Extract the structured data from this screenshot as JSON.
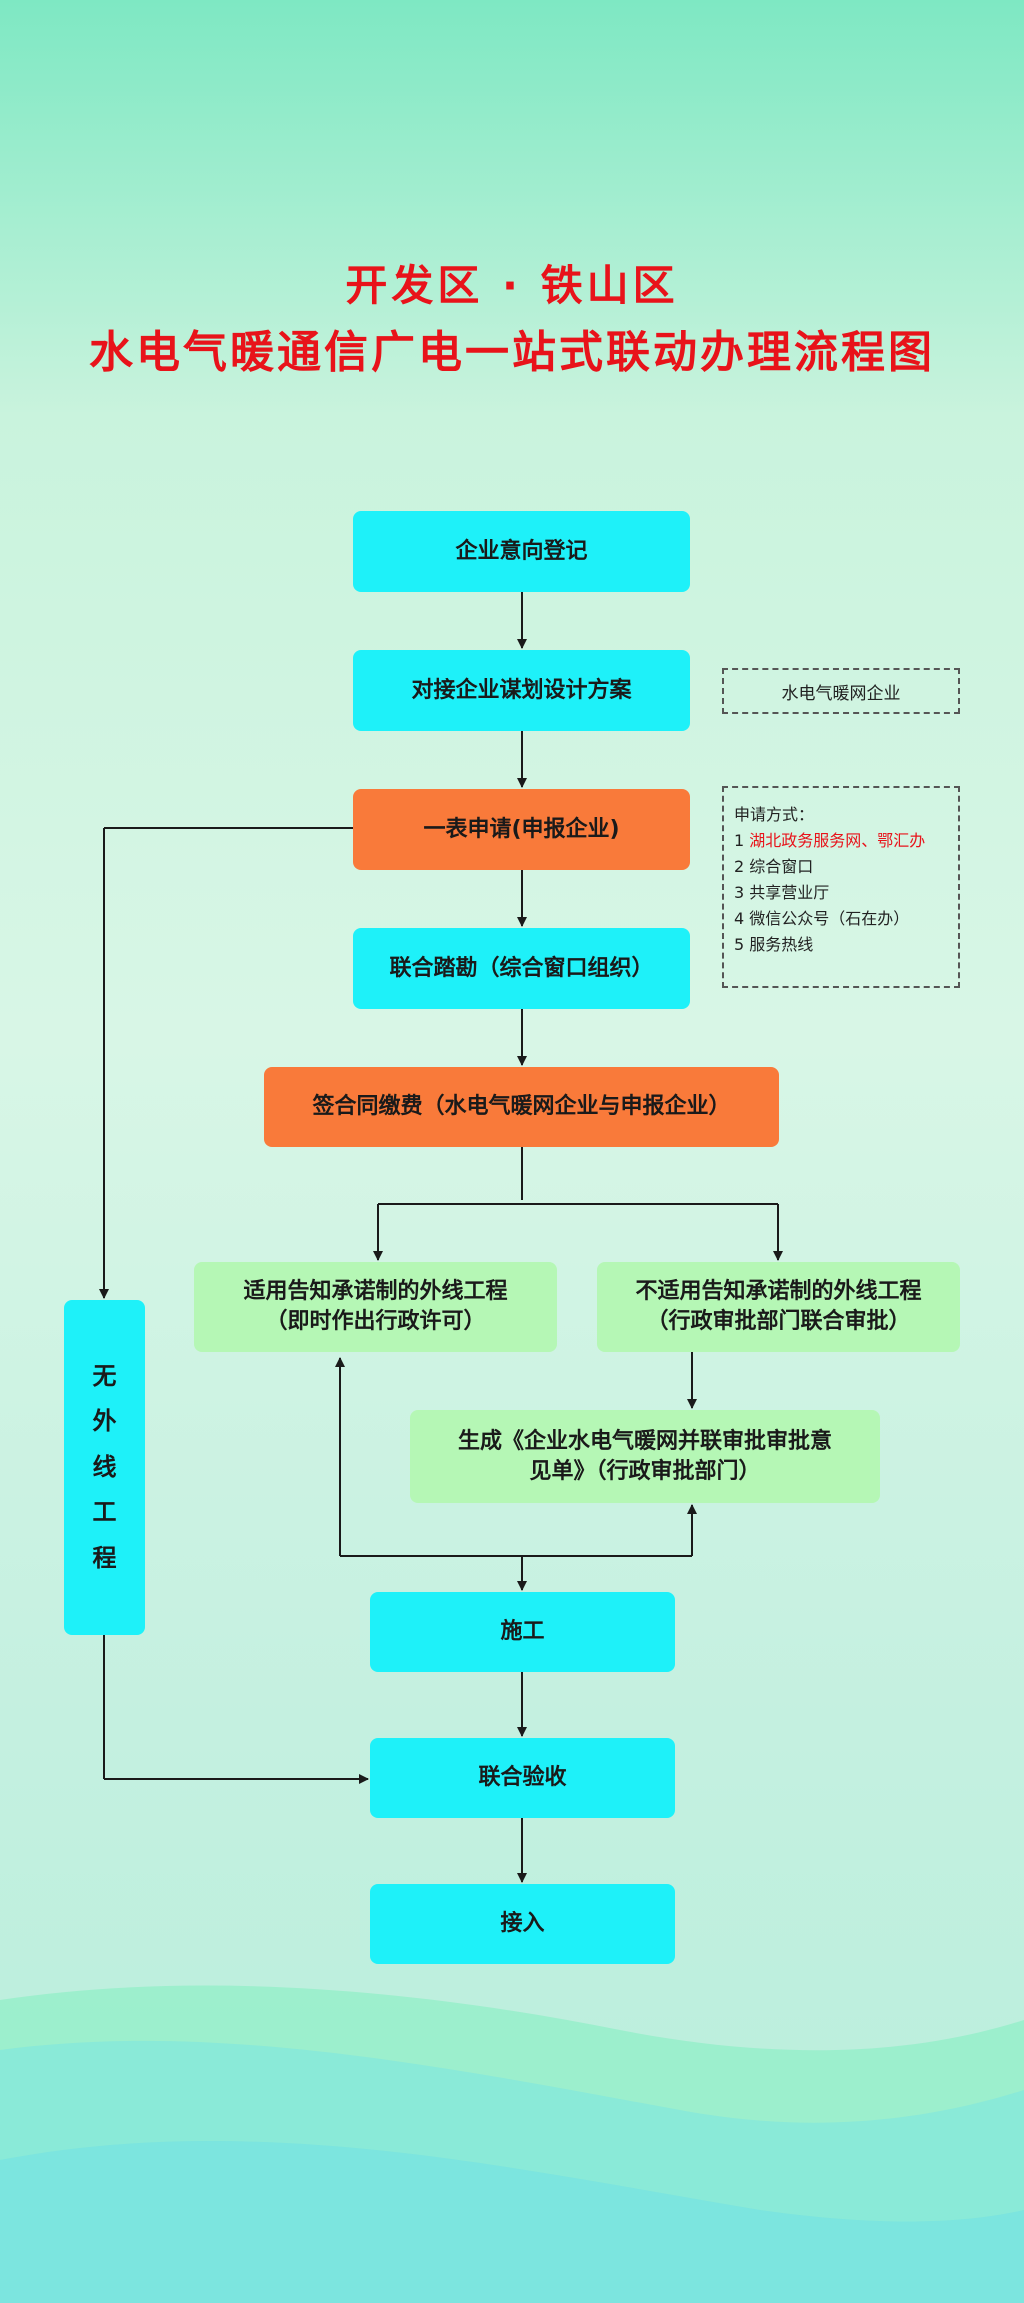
{
  "title": {
    "line1": "开发区 · 铁山区",
    "line2": "水电气暖通信广电一站式联动办理流程图"
  },
  "steps": {
    "register": "企业意向登记",
    "plan": "对接企业谋划设计方案",
    "apply": "一表申请(申报企业)",
    "survey": "联合踏勘（综合窗口组织）",
    "contract": "签合同缴费（水电气暖网企业与申报企业）",
    "branch_left_line1": "适用告知承诺制的外线工程",
    "branch_left_line2": "（即时作出行政许可）",
    "branch_right_line1": "不适用告知承诺制的外线工程",
    "branch_right_line2": "（行政审批部门联合审批）",
    "opinion_line1": "生成《企业水电气暖网并联审批审批意",
    "opinion_line2": "见单》（行政审批部门）",
    "construct": "施工",
    "accept": "联合验收",
    "connect": "接入",
    "no_external_chars": [
      "无",
      "外",
      "线",
      "工",
      "程"
    ]
  },
  "notes": {
    "plan_note": "水电气暖网企业",
    "apply_title": "申请方式：",
    "apply_methods": [
      {
        "num": "1",
        "text": "湖北政务服务网、鄂汇办",
        "highlight": true
      },
      {
        "num": "2",
        "text": "综合窗口",
        "highlight": false
      },
      {
        "num": "3",
        "text": "共享营业厅",
        "highlight": false
      },
      {
        "num": "4",
        "text": "微信公众号（石在办）",
        "highlight": false
      },
      {
        "num": "5",
        "text": "服务热线",
        "highlight": false
      }
    ]
  },
  "colors": {
    "title": "#e8131a",
    "cyan": "#1ef1f9",
    "orange": "#f97a3a",
    "green": "#b5f7b5",
    "arrow": "#1a1a1a"
  }
}
